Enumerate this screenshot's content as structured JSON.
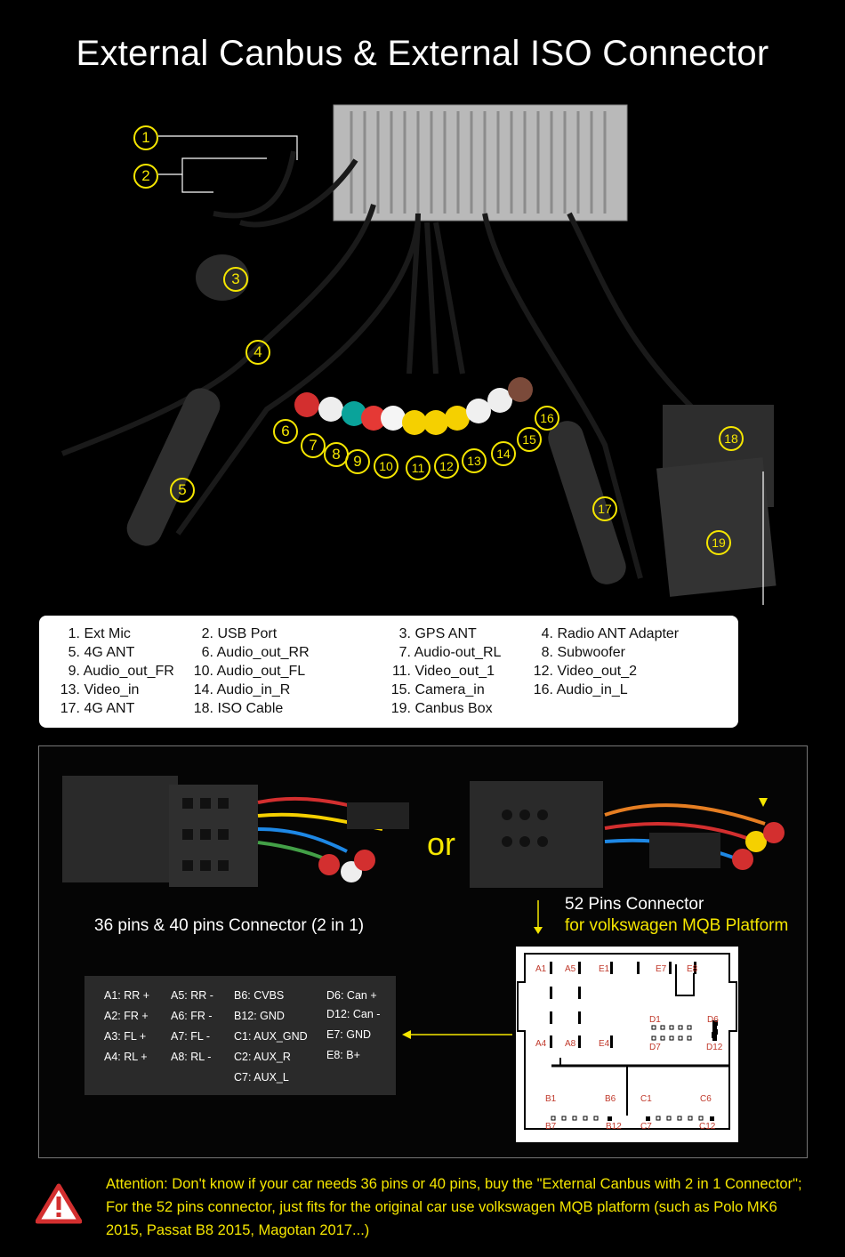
{
  "title": "External Canbus & External ISO Connector",
  "callouts": [
    "1",
    "2",
    "3",
    "4",
    "5",
    "6",
    "7",
    "8",
    "9",
    "10",
    "11",
    "12",
    "13",
    "14",
    "15",
    "16",
    "17",
    "18",
    "19"
  ],
  "legend": [
    [
      {
        "n": "1.",
        "t": "Ext Mic"
      },
      {
        "n": "2.",
        "t": "USB Port"
      },
      {
        "n": "3.",
        "t": "GPS ANT"
      },
      {
        "n": "4.",
        "t": "Radio ANT Adapter"
      }
    ],
    [
      {
        "n": "5.",
        "t": "4G ANT"
      },
      {
        "n": "6.",
        "t": "Audio_out_RR"
      },
      {
        "n": "7.",
        "t": "Audio-out_RL"
      },
      {
        "n": "8.",
        "t": "Subwoofer"
      }
    ],
    [
      {
        "n": "9.",
        "t": "Audio_out_FR"
      },
      {
        "n": "10.",
        "t": "Audio_out_FL"
      },
      {
        "n": "11.",
        "t": "Video_out_1"
      },
      {
        "n": "12.",
        "t": "Video_out_2"
      }
    ],
    [
      {
        "n": "13.",
        "t": "Video_in"
      },
      {
        "n": "14.",
        "t": "Audio_in_R"
      },
      {
        "n": "15.",
        "t": "Camera_in"
      },
      {
        "n": "16.",
        "t": "Audio_in_L"
      }
    ],
    [
      {
        "n": "17.",
        "t": "4G ANT"
      },
      {
        "n": "18.",
        "t": "ISO Cable"
      },
      {
        "n": "19.",
        "t": "Canbus Box"
      }
    ]
  ],
  "or_text": "or",
  "caption_36_40": "36 pins & 40 pins Connector (2 in 1)",
  "caption_52_line1": "52 Pins Connector",
  "caption_52_line2": "for volkswagen MQB Platform",
  "pin_table": [
    [
      "A1: RR +",
      "A5: RR -",
      "B6: CVBS",
      "D6: Can +"
    ],
    [
      "A2: FR +",
      "A6: FR -",
      "B12: GND",
      "D12: Can -"
    ],
    [
      "A3: FL +",
      "A7: FL -",
      "C1: AUX_GND",
      "E7: GND"
    ],
    [
      "A4: RL +",
      "A8: RL -",
      "C2: AUX_R",
      "E8: B+"
    ],
    [
      "",
      "",
      "C7: AUX_L",
      ""
    ]
  ],
  "pinout_labels": {
    "a1": "A1",
    "a5": "A5",
    "e1": "E1",
    "e7": "E7",
    "e8": "E8",
    "d1": "D1",
    "d6": "D6",
    "d7": "D7",
    "d12": "D12",
    "a4": "A4",
    "a8": "A8",
    "e4": "E4",
    "b1": "B1",
    "b6": "B6",
    "c1": "C1",
    "c6": "C6",
    "b7": "B7",
    "b12": "B12",
    "c7": "C7",
    "c12": "C12"
  },
  "attention": "Attention: Don't know if your car needs 36 pins or 40 pins, buy the \"External Canbus with 2 in 1 Connector\"; For the 52 pins connector, just fits for the original car use volkswagen MQB platform (such as Polo MK6 2015, Passat B8 2015, Magotan 2017...)",
  "colors": {
    "accent": "#f5e600",
    "background": "#000000",
    "pin_label": "#c0392b"
  }
}
